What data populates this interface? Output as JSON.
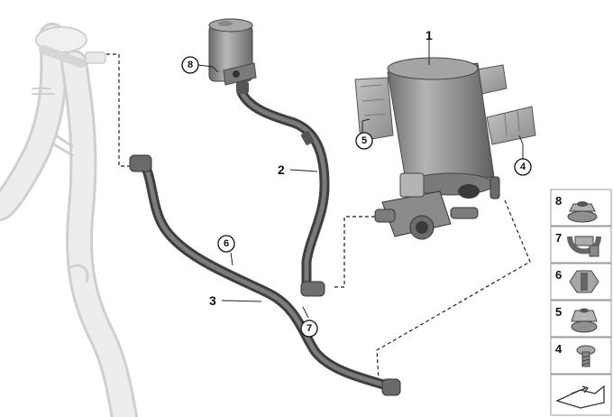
{
  "callouts": {
    "c1": "1",
    "c2": "2",
    "c3": "3",
    "c4": "4",
    "c5": "5",
    "c6": "6",
    "c7": "7",
    "c8": "8"
  },
  "legend": {
    "items": [
      "8",
      "7",
      "6",
      "5",
      "4"
    ],
    "icons": [
      "flange-nut-icon",
      "hose-clip-icon",
      "spring-clip-icon",
      "nut-icon",
      "screw-icon"
    ],
    "footer_icon": "arrow-symbol-icon"
  },
  "colors": {
    "hose": "#5a5a5a",
    "canister": "#8e8e8e",
    "ghost_pipe": "#e2e2e2",
    "legend_border": "#9a9a9a"
  }
}
